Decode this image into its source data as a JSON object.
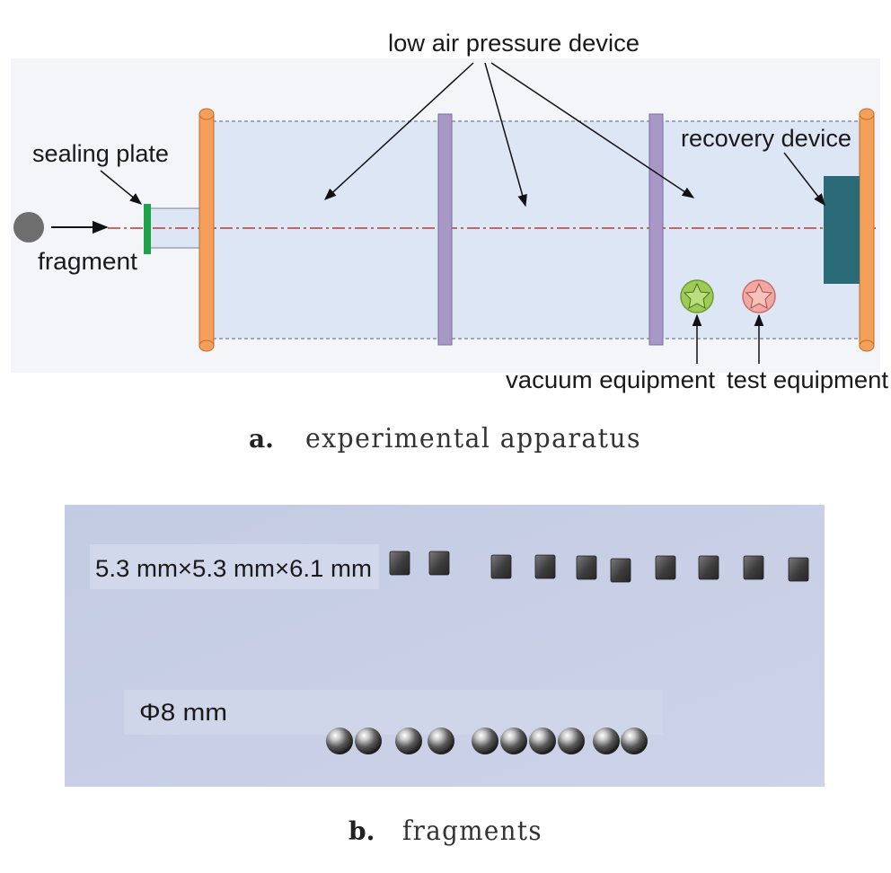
{
  "panel_a": {
    "labels": {
      "low_air_pressure_device": "low air pressure device",
      "sealing_plate": "sealing plate",
      "fragment": "fragment",
      "recovery_device": "recovery device",
      "vacuum_equipment": "vacuum equipment",
      "test_equipment": "test equipment"
    },
    "caption_letter": "a.",
    "caption_text": "experimental apparatus",
    "colors": {
      "tube_fill": "#dce6f5",
      "flange": "#f4a05a",
      "partition": "#a898c6",
      "sealing_plate": "#1fa34a",
      "recovery_device": "#2b6b78",
      "vacuum_equipment": "#9ccc55",
      "test_equipment": "#f2a8a0",
      "axis_line": "#c0392b"
    }
  },
  "panel_b": {
    "cube_label": "5.3 mm×5.3 mm×6.1 mm",
    "sphere_label": "Φ8 mm",
    "cube_count": 10,
    "sphere_count": 10,
    "caption_letter": "b.",
    "caption_text": "fragments",
    "colors": {
      "background": "#c9d0e6"
    }
  }
}
